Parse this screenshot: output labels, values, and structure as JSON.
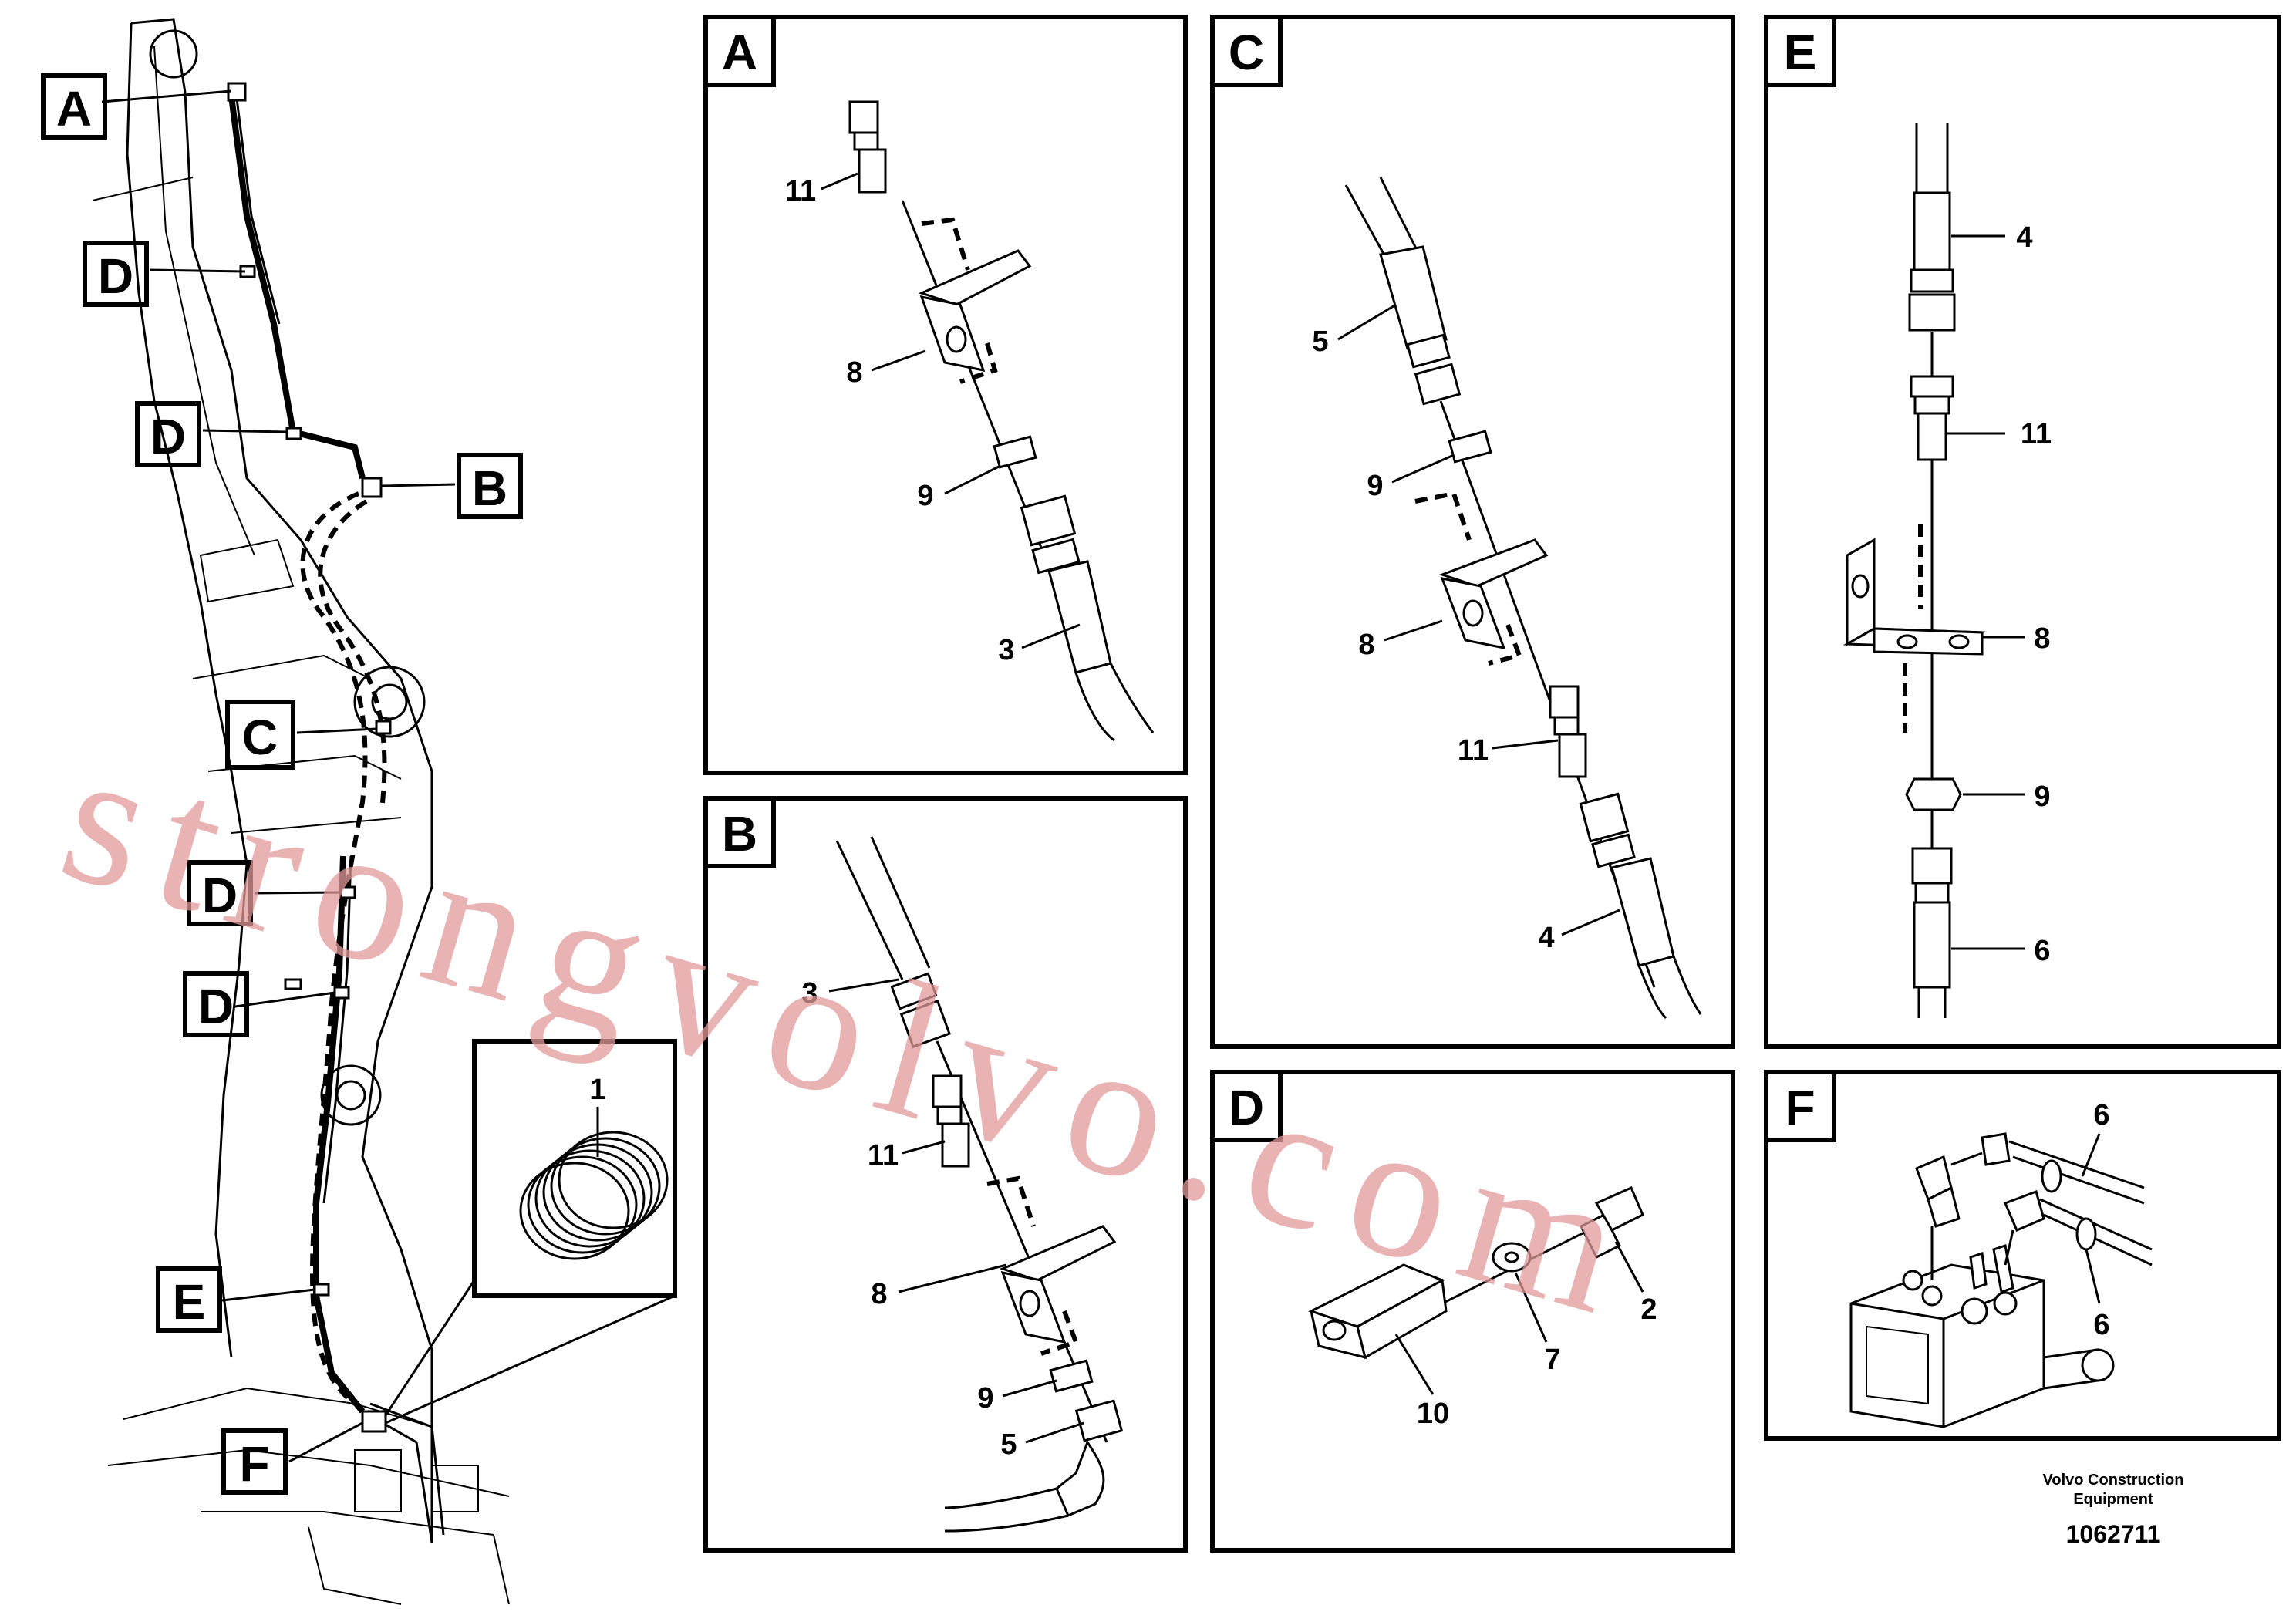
{
  "overview": {
    "callouts": [
      "A",
      "D",
      "D",
      "B",
      "C",
      "D",
      "D",
      "E",
      "F"
    ],
    "inset_part": "1"
  },
  "panels": [
    {
      "letter": "A",
      "parts": [
        "11",
        "8",
        "9",
        "3"
      ]
    },
    {
      "letter": "B",
      "parts": [
        "3",
        "11",
        "8",
        "9",
        "5"
      ]
    },
    {
      "letter": "C",
      "parts": [
        "5",
        "9",
        "8",
        "11",
        "4"
      ]
    },
    {
      "letter": "D",
      "parts": [
        "2",
        "7",
        "10"
      ]
    },
    {
      "letter": "E",
      "parts": [
        "4",
        "11",
        "8",
        "9",
        "6"
      ]
    },
    {
      "letter": "F",
      "parts": [
        "6",
        "6"
      ]
    }
  ],
  "footer": {
    "company": "Volvo Construction",
    "company2": "Equipment",
    "drawing_number": "1062711"
  },
  "watermark": "strongvolvo.com"
}
